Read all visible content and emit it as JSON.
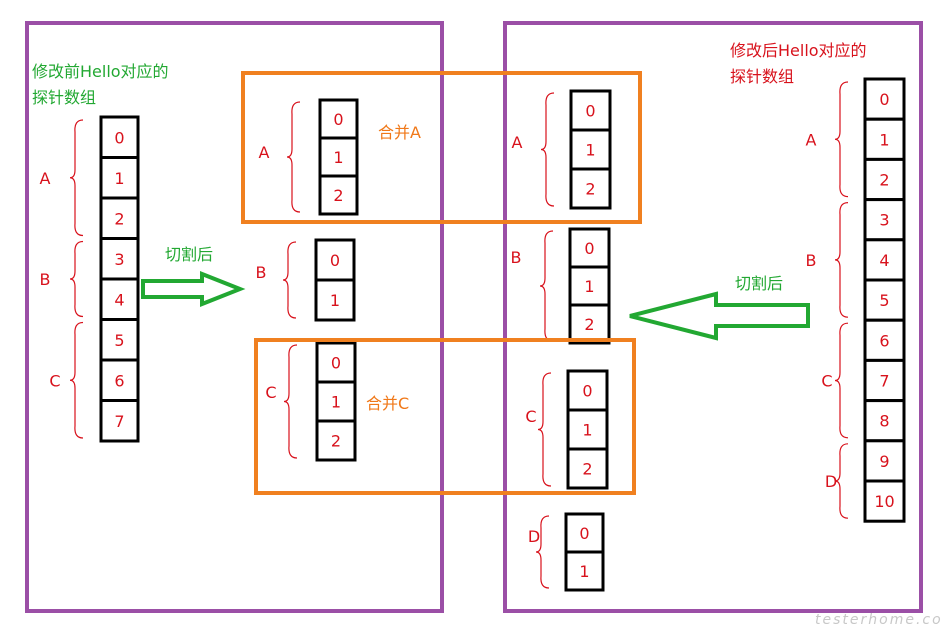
{
  "colors": {
    "panel_border": "#9b4fa6",
    "merge_border": "#f08020",
    "arrow": "#22a832",
    "label_red": "#d8121c",
    "cell_border": "#000000"
  },
  "left_panel": {
    "title_line1": "修改前Hello对应的",
    "title_line2": "探针数组",
    "column": [
      "0",
      "1",
      "2",
      "3",
      "4",
      "5",
      "6",
      "7"
    ],
    "segments": [
      {
        "label": "A"
      },
      {
        "label": "B"
      },
      {
        "label": "C"
      }
    ]
  },
  "arrow_left": {
    "label": "切割后"
  },
  "middle": {
    "groups": [
      {
        "label": "A",
        "cells": [
          "0",
          "1",
          "2"
        ]
      },
      {
        "label": "B",
        "cells": [
          "0",
          "1"
        ]
      },
      {
        "label": "C",
        "cells": [
          "0",
          "1",
          "2"
        ]
      }
    ],
    "merge_a_label": "合并A",
    "merge_c_label": "合并C"
  },
  "right_middle": {
    "groups": [
      {
        "label": "A",
        "cells": [
          "0",
          "1",
          "2"
        ]
      },
      {
        "label": "B",
        "cells": [
          "0",
          "1",
          "2"
        ]
      },
      {
        "label": "C",
        "cells": [
          "0",
          "1",
          "2"
        ]
      },
      {
        "label": "D",
        "cells": [
          "0",
          "1"
        ]
      }
    ]
  },
  "arrow_right": {
    "label": "切割后"
  },
  "right_panel": {
    "title_line1": "修改后Hello对应的",
    "title_line2": "探针数组",
    "column": [
      "0",
      "1",
      "2",
      "3",
      "4",
      "5",
      "6",
      "7",
      "8",
      "9",
      "10"
    ],
    "segments": [
      {
        "label": "A"
      },
      {
        "label": "B"
      },
      {
        "label": "C"
      },
      {
        "label": "D"
      }
    ]
  },
  "watermark": "testerhome.com"
}
